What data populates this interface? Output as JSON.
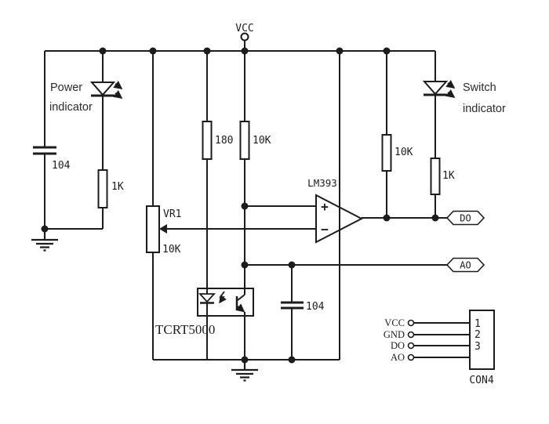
{
  "colors": {
    "ink": "#1c1c1c",
    "background": "#ffffff"
  },
  "power": {
    "net_label": "VCC"
  },
  "indicators": {
    "power": {
      "line1": "Power",
      "line2": "indicator"
    },
    "switch": {
      "line1": "Switch",
      "line2": "indicator"
    }
  },
  "resistors": {
    "r_power_led": "1K",
    "r_ir_led": "180",
    "r_pullup_sensor": "10K",
    "r_pullup_do": "10K",
    "r_switch_led": "1K"
  },
  "capacitors": {
    "c_input": "104",
    "c_filter": "104"
  },
  "potentiometer": {
    "name": "VR1",
    "value": "10K"
  },
  "comparator": {
    "part": "LM393",
    "noninverting": "+",
    "inverting": "−"
  },
  "sensor": {
    "part": "TCRT5000"
  },
  "outputs": {
    "do": "DO",
    "ao": "AO"
  },
  "connector": {
    "name": "CON4",
    "pins": [
      {
        "label": "VCC",
        "number": "1"
      },
      {
        "label": "GND",
        "number": "2"
      },
      {
        "label": "DO",
        "number": "3"
      },
      {
        "label": "AO",
        "number": ""
      }
    ]
  }
}
